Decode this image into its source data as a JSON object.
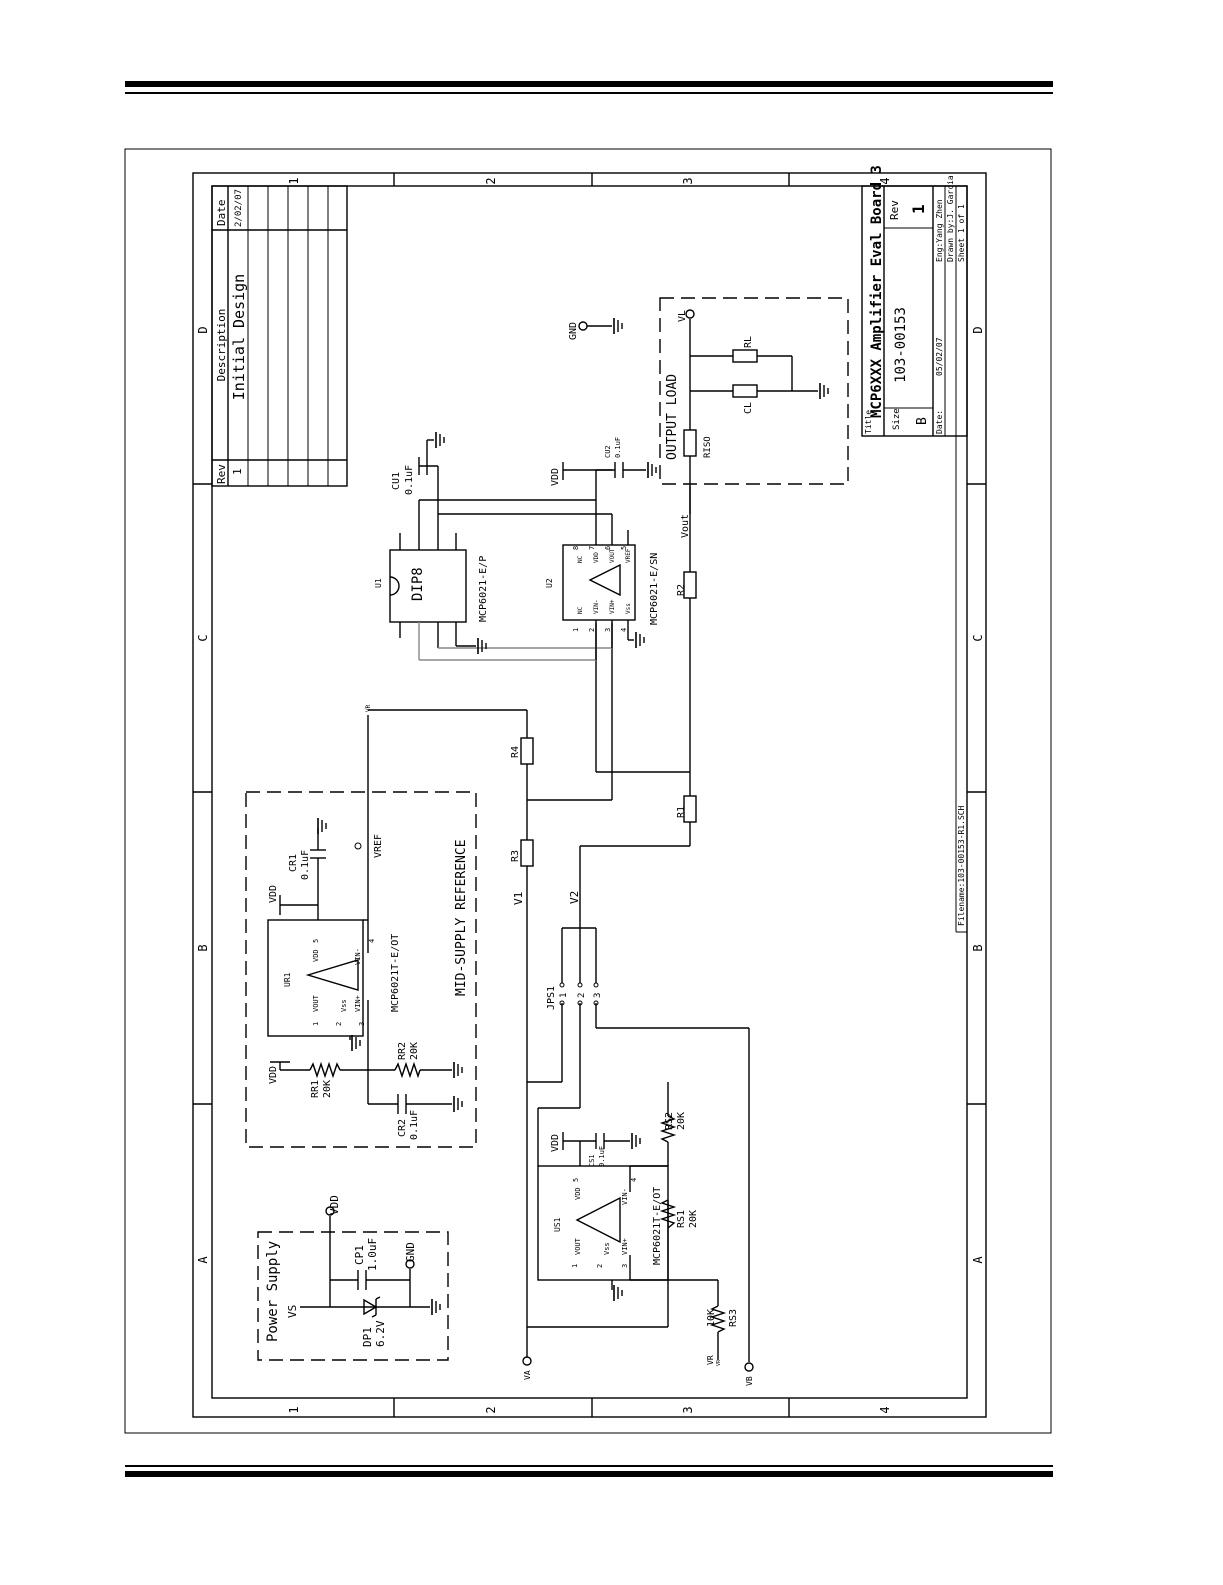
{
  "grid": {
    "col_labels": [
      "1",
      "2",
      "3",
      "4"
    ],
    "row_labels": [
      "A",
      "B",
      "C",
      "D"
    ]
  },
  "revision_table": {
    "headers": {
      "rev": "Rev",
      "description": "Description",
      "date": "Date"
    },
    "rows": [
      {
        "rev": "1",
        "description": "Initial Design",
        "date": "2/02/07"
      }
    ]
  },
  "title_block": {
    "title_label": "Title",
    "title": "MCP6XXX Amplifier Eval Board 3",
    "size_label": "Size",
    "size": "B",
    "doc_number": "103-00153",
    "rev_label": "Rev",
    "rev": "1",
    "date_label": "Date:",
    "date": "05/02/07",
    "eng": "Eng:Yang Zhen",
    "drawn_by": "Drawn by:J. Garcia",
    "sheet": "Sheet  1 of     1",
    "filename": "Filename:103-00153-R1.SCH"
  },
  "sections": {
    "power_supply": "Power Supply",
    "mid_supply": "MID-SUPPLY REFERENCE",
    "output_load": "OUTPUT LOAD"
  },
  "power_supply": {
    "vs": "VS",
    "vdd": "VDD",
    "gnd": "GND",
    "cp1": "CP1",
    "cp1_value": "1.0uF",
    "dp1": "DP1",
    "dp1_value": "6.2V"
  },
  "mid_supply": {
    "vdd": "VDD",
    "rr1": "RR1",
    "rr1_value": "20K",
    "rr2": "RR2",
    "rr2_value": "20K",
    "cr2": "CR2",
    "cr2_value": "0.1uF",
    "cr1": "CR1",
    "cr1_value": "0.1uF",
    "vref": "VREF",
    "ur1": "UR1",
    "ur1_part": "MCP6021T-E/OT",
    "vr_tag": "VR"
  },
  "opamp_sot": {
    "pins": {
      "vout": "VOUT",
      "vss": "Vss",
      "vinp": "VIN+",
      "vinn": "VIN-",
      "vdd": "VDD"
    },
    "pin_numbers": {
      "vout": "1",
      "vss": "2",
      "vinp": "3",
      "vinn": "4",
      "vdd": "5"
    }
  },
  "signal": {
    "va": "VA",
    "vb": "VB",
    "vr": "VR",
    "vr_sub": "VR",
    "v1": "V1",
    "v2": "V2",
    "jps1": "JPS1",
    "jps1_pins": [
      "1",
      "2",
      "3"
    ],
    "vdd": "VDD",
    "us1": "US1",
    "us1_part": "MCP6021T-E/OT",
    "cs1": "CS1",
    "cs1_value": "0.1uF",
    "rs1": "RS1",
    "rs1_value": "20K",
    "rs2": "RS2",
    "rs2_value": "20K",
    "rs3": "RS3",
    "rs3_value": "10K",
    "r1": "R1",
    "r2": "R2",
    "r3": "R3",
    "r4": "R4",
    "vout": "Vout"
  },
  "dut": {
    "u1": "U1",
    "u1_package": "DIP8",
    "u1_part": "MCP6021-E/P",
    "u2": "U2",
    "u2_part": "MCP6021-E/SN",
    "u2_pins": {
      "nc1": "NC",
      "vinn": "VIN-",
      "vinp": "VIN+",
      "vss": "Vss",
      "nc8": "NC",
      "vdd": "VDD",
      "vout": "VOUT",
      "vref": "VREF"
    },
    "u2_pin_numbers": [
      "1",
      "2",
      "3",
      "4",
      "5",
      "6",
      "7",
      "8"
    ],
    "cu1": "CU1",
    "cu1_value": "0.1uF",
    "cu2": "CU2",
    "cu2_value": "0.1uF",
    "vdd": "VDD",
    "gnd": "GND"
  },
  "load": {
    "riso": "RISO",
    "cl": "CL",
    "rl": "RL",
    "vl": "VL"
  }
}
